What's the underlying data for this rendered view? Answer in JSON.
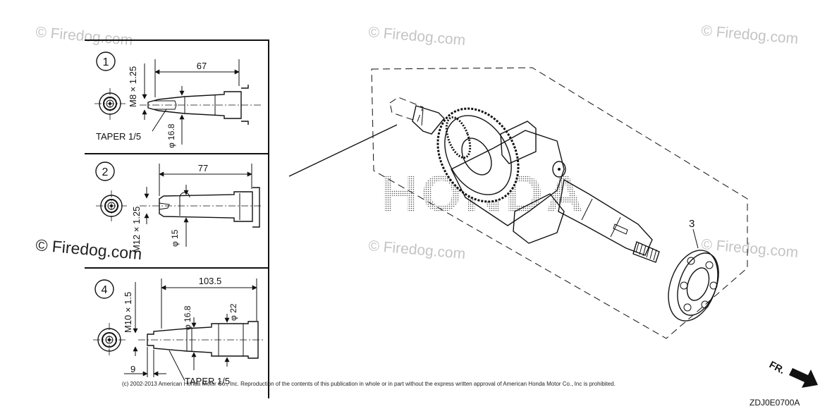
{
  "watermarks": {
    "light": "© Firedog.com",
    "dark": "© Firedog.com"
  },
  "panels": [
    {
      "number": "1",
      "thread": "M8 × 1.25",
      "length": "67",
      "taper": "TAPER 1/5",
      "diameter": "φ 16.8"
    },
    {
      "number": "2",
      "thread": "M12 × 1.25",
      "length": "77",
      "diameter": "φ 15"
    },
    {
      "number": "4",
      "thread": "M10 × 1.5",
      "length": "103.5",
      "diameter_a": "φ 16.8",
      "diameter_b": "φ 22",
      "offset": "9",
      "taper": "TAPER 1/5"
    }
  ],
  "main": {
    "part_number": "3",
    "brand_mark": "HONDA",
    "direction_label": "FR."
  },
  "copyright": "(c) 2002-2013 American Honda Motor Co., Inc. Reproduction of the contents of this publication in whole or in part without the express written approval of American Honda Motor Co., Inc is prohibited.",
  "diagram_code": "ZDJ0E0700A",
  "colors": {
    "line": "#111111",
    "watermark": "#c4c4c4",
    "background": "#ffffff"
  }
}
